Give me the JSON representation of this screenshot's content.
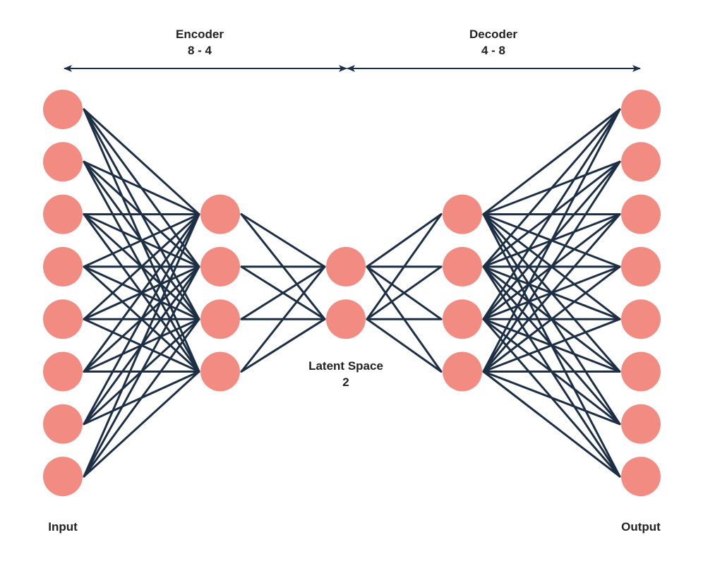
{
  "encoder": {
    "title": "Encoder",
    "dims": "8 - 4"
  },
  "decoder": {
    "title": "Decoder",
    "dims": "4 - 8"
  },
  "latent": {
    "title": "Latent Space",
    "size": "2"
  },
  "io": {
    "input_label": "Input",
    "output_label": "Output"
  },
  "network": {
    "layers": [
      {
        "name": "input",
        "nodes": 8
      },
      {
        "name": "encoder-hidden",
        "nodes": 4
      },
      {
        "name": "latent",
        "nodes": 2
      },
      {
        "name": "decoder-hidden",
        "nodes": 4
      },
      {
        "name": "output",
        "nodes": 8
      }
    ],
    "connectivity": "fully-connected"
  },
  "colors": {
    "node": "#f28c82",
    "edge": "#1c2f45",
    "text": "#222222"
  }
}
